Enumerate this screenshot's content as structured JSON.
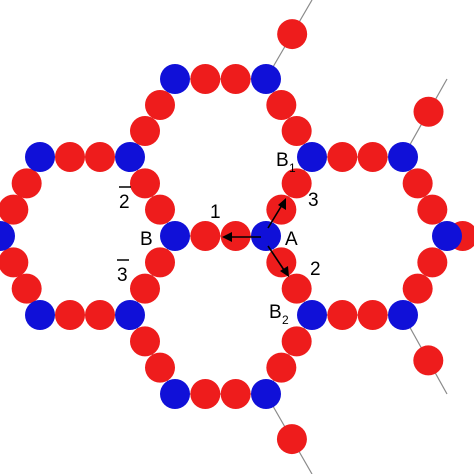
{
  "diagram": {
    "colors": {
      "site_a": "#1010d8",
      "site_b": "#ee1c1c",
      "bond": "#8a8a8a",
      "text": "#000000"
    },
    "labels": {
      "A": "A",
      "B": "B",
      "B1_main": "B",
      "B1_sub": "1",
      "B2_main": "B",
      "B2_sub": "2",
      "v1": "1",
      "v2": "2",
      "v3": "3",
      "v2bar": "2",
      "v3bar": "3"
    }
  }
}
